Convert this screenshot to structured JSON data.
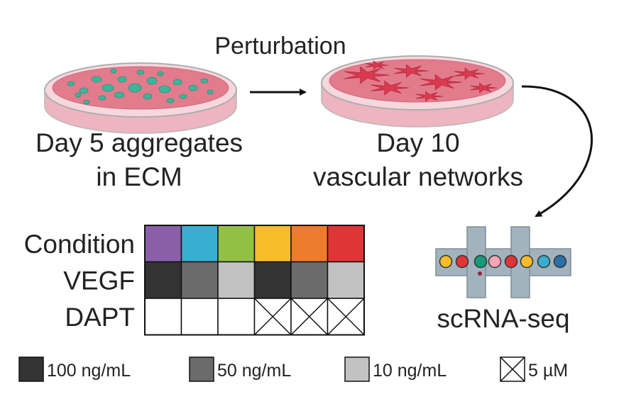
{
  "top": {
    "perturbation_label": "Perturbation",
    "dish_left": {
      "line1": "Day 5 aggregates",
      "line2": "in ECM"
    },
    "dish_right": {
      "line1": "Day 10",
      "line2": "vascular networks"
    }
  },
  "matrix": {
    "rows": [
      {
        "label": "Condition",
        "cells": [
          "#8a5ea8",
          "#3aaed0",
          "#92c046",
          "#f7bc2a",
          "#ee7c2c",
          "#df3536"
        ]
      },
      {
        "label": "VEGF",
        "cells": [
          "100 ng/mL",
          "50 ng/mL",
          "10 ng/mL",
          "100 ng/mL",
          "50 ng/mL",
          "10 ng/mL"
        ]
      },
      {
        "label": "DAPT",
        "cells": [
          "none",
          "none",
          "none",
          "5 µM",
          "5 µM",
          "5 µM"
        ]
      }
    ]
  },
  "levels": {
    "100 ng/mL": "#333333",
    "50 ng/mL": "#6b6b6b",
    "10 ng/mL": "#c2c2c2"
  },
  "legend": [
    {
      "label": "100 ng/mL",
      "swatch": "#333333",
      "type": "fill"
    },
    {
      "label": "50 ng/mL",
      "swatch": "#6b6b6b",
      "type": "fill"
    },
    {
      "label": "10 ng/mL",
      "swatch": "#c2c2c2",
      "type": "fill"
    },
    {
      "label": "5 µM",
      "swatch": "#ffffff",
      "type": "cross"
    }
  ],
  "scrna": {
    "label": "scRNA-seq",
    "droplets": [
      "#f7bc2a",
      "#df3536",
      "#1a9a7a",
      "#f3a5b5",
      "#df3536",
      "#f7bc2a",
      "#3aaed0",
      "#2a6fa8"
    ]
  },
  "colors": {
    "dish_medium": "#e27b8c",
    "dish_glass": "#f3c5cd",
    "aggregate": "#3fb49a",
    "network": "#d93a4f",
    "channel": "#a3b3bd"
  }
}
